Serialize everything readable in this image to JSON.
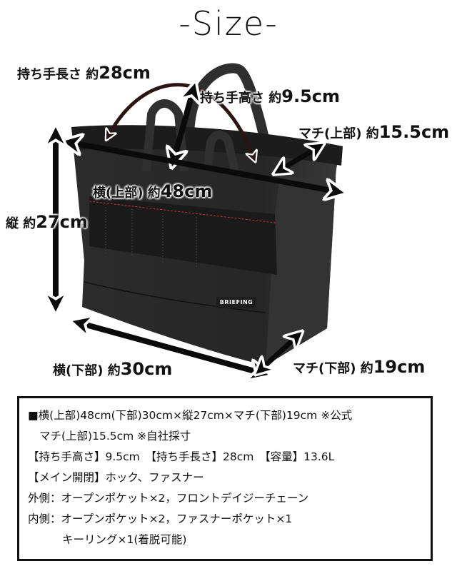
{
  "title": "-Size-",
  "dimensions": {
    "handle_length": {
      "label": "持ち手長さ 約",
      "value": "28cm"
    },
    "handle_height": {
      "label": "持ち手高さ 約",
      "value": "9.5cm"
    },
    "gusset_top": {
      "label": "マチ(上部) 約",
      "value": "15.5cm"
    },
    "width_top": {
      "label": "横(上部) 約",
      "value": "48cm"
    },
    "height": {
      "label": "縦 約",
      "value": "27cm"
    },
    "width_bottom": {
      "label": "横(下部) 約",
      "value": "30cm"
    },
    "gusset_bottom": {
      "label": "マチ(下部) 約",
      "value": "19cm"
    }
  },
  "product": {
    "brand_tag": "BRIEFING"
  },
  "specs": {
    "lines": [
      "■横(上部)48cm(下部)30cm×縦27cm×マチ(下部)19cm ※公式",
      "マチ(上部)15.5cm ※自社採寸",
      "【持ち手高さ】9.5cm　【持ち手長さ】28cm　【容量】13.6L",
      "【メイン開閉】ホック、ファスナー",
      "外側：オープンポケット×2，フロントデイジーチェーン",
      "内側：オープンポケット×2，ファスナーポケット×1",
      "キーリング×1(着脱可能)"
    ]
  },
  "colors": {
    "bag_body": "#2a2a2a",
    "bag_dark": "#1a1a1a",
    "stitch_accent": "#c0303a",
    "handle_arrow": "#2a1414",
    "arrow": "#0a0a0a"
  }
}
